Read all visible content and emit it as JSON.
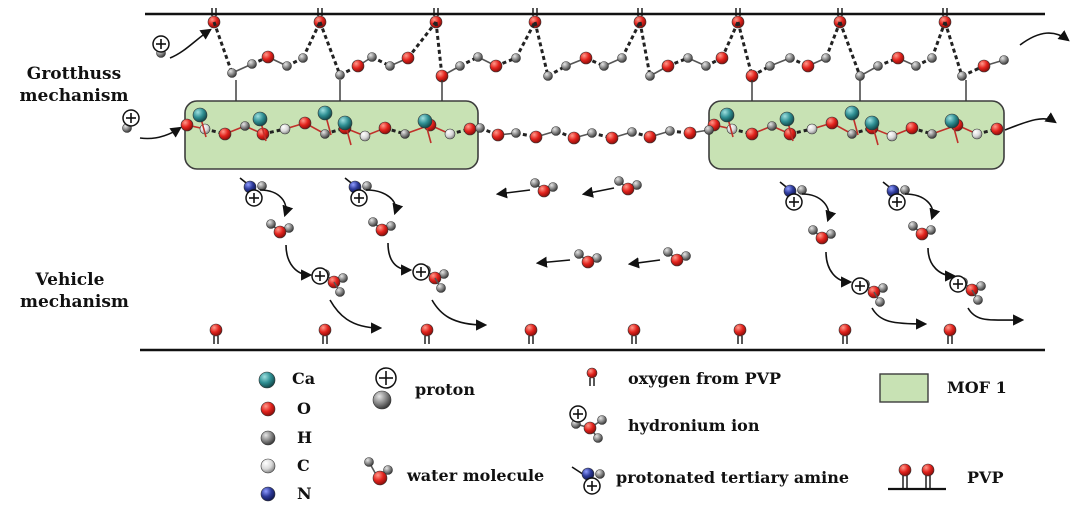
{
  "mechanisms": {
    "grotthuss_line1": "Grotthuss",
    "grotthuss_line2": "mechanism",
    "vehicle_line1": "Vehicle",
    "vehicle_line2": "mechanism"
  },
  "legend": {
    "ca": "Ca",
    "o": "O",
    "h": "H",
    "c": "C",
    "n": "N",
    "proton": "proton",
    "water_molecule": "water molecule",
    "oxygen_from_pvp": "oxygen from PVP",
    "hydronium_ion": "hydronium ion",
    "protonated_tertiary_amine": "protonated tertiary amine",
    "mof": "MOF 1",
    "pvp": "PVP"
  },
  "colors": {
    "ca": "#2f8f93",
    "o": "#e0201c",
    "h": "#8a8a8a",
    "c": "#d6d6d6",
    "n": "#2d3a99",
    "mof_fill": "#c8e2b4",
    "mof_stroke": "#3d3d3d",
    "bond_dash": "#222222"
  }
}
